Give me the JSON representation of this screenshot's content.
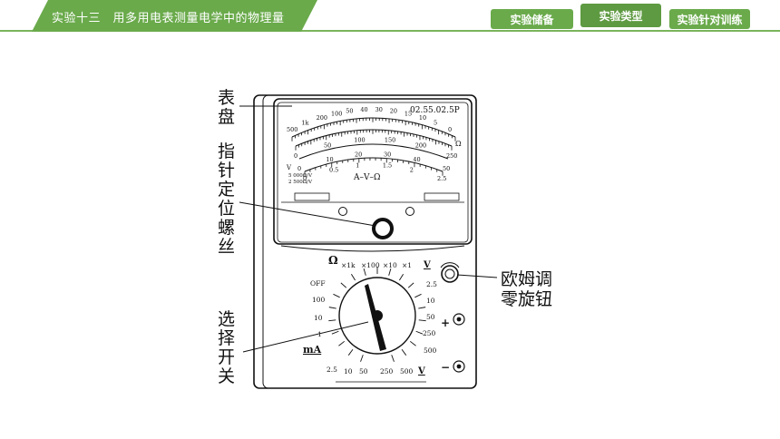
{
  "header": {
    "title": "实验十三　用多用电表测量电学中的物理量",
    "nav": [
      {
        "label": "实验储备"
      },
      {
        "label": "实验类型"
      },
      {
        "label": "实验针对训练"
      }
    ]
  },
  "figure": {
    "callouts": {
      "dial": "表盘",
      "zero_screw": "指针定位螺丝",
      "switch": "选择开关",
      "ohm_adjust": "欧姆调零旋钮"
    },
    "panel_code": "02.55.02.5P",
    "scale_label": "A–V–Ω",
    "scale_ohm_unit": "Ω",
    "scale_v_unit": "V",
    "ohm_per_volt": [
      "5 000Ω/V",
      "2 500Ω/V"
    ],
    "ohm_scale_ticks": [
      "500",
      "1k",
      "200",
      "100",
      "50",
      "40",
      "30",
      "20",
      "15",
      "10",
      "5",
      "0"
    ],
    "dcv_ticks": [
      "0",
      "50",
      "100",
      "150",
      "200",
      "250"
    ],
    "ac_ticks": [
      "0",
      "10",
      "20",
      "30",
      "40",
      "50"
    ],
    "low_ticks": [
      "0",
      "0.5",
      "1",
      "1.5",
      "2",
      "2.5"
    ],
    "selector": {
      "ohm_symbol": "Ω",
      "ohm_ranges": [
        "×1k",
        "×100",
        "×10",
        "×1"
      ],
      "left_labels": [
        "OFF",
        "100",
        "10",
        "1"
      ],
      "ma_label": "mA",
      "bottom_labels": [
        "2.5",
        "10",
        "50",
        "250",
        "500"
      ],
      "bottom_unit": "V",
      "right_labels": [
        "2.5",
        "10",
        "50",
        "250",
        "500"
      ],
      "right_unit": "V"
    },
    "terminals": {
      "plus": "+",
      "minus": "−"
    }
  }
}
